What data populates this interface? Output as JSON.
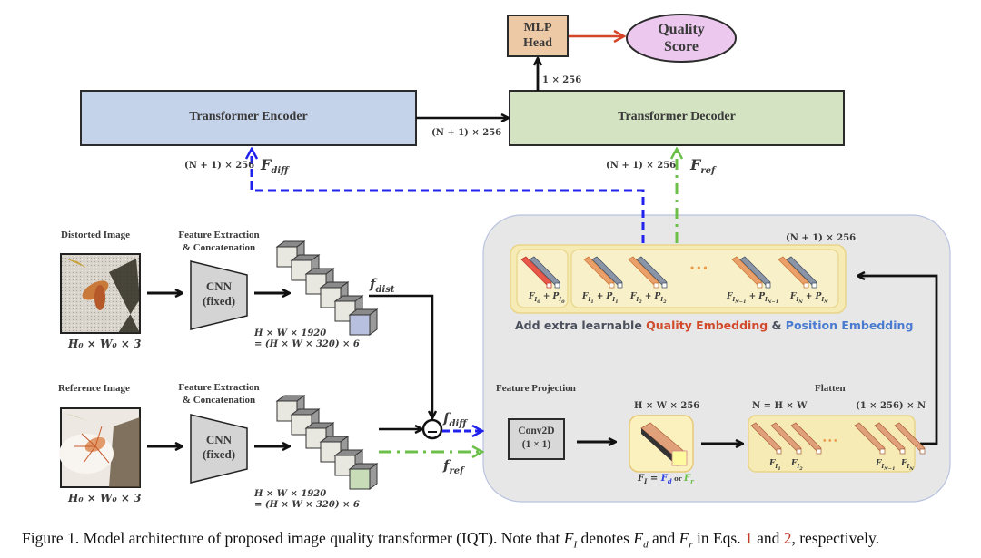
{
  "figure": {
    "blocks": {
      "mlp_head": "MLP\nHead",
      "mlp_head_line1": "MLP",
      "mlp_head_line2": "Head",
      "quality_score_line1": "Quality",
      "quality_score_line2": "Score",
      "transformer_encoder": "Transformer  Encoder",
      "transformer_decoder": "Transformer  Decoder",
      "cnn_line1": "CNN",
      "cnn_line2": "(fixed)",
      "conv2d_line1": "Conv2D",
      "conv2d_line2": "(1 × 1)"
    },
    "labels": {
      "mlp_out_dim": "1 × 256",
      "enc_to_dec_dim": "(N + 1) × 256",
      "enc_in_dim": "(N + 1) × 256",
      "dec_in_dim": "(N + 1) × 256",
      "f_diff_upper": "F",
      "f_diff_upper_sub": "diff",
      "f_ref_upper": "F",
      "f_ref_upper_sub": "ref",
      "distorted_image": "Distorted Image",
      "reference_image": "Reference Image",
      "feature_extraction_1": "Feature Extraction",
      "concatenation_1": "& Concatenation",
      "feature_extraction_2": "Feature Extraction",
      "concatenation_2": "& Concatenation",
      "image_dim_1": "H₀ × W₀ × 3",
      "image_dim_2": "H₀ × W₀ × 3",
      "feat_dim_a_1": "H × W × 1920",
      "feat_dim_b_1": "=  (H × W × 320) × 6",
      "feat_dim_a_2": "H × W × 1920",
      "feat_dim_b_2": "=  (H × W × 320) × 6",
      "f_dist": "f",
      "f_dist_sub": "dist",
      "f_diff": "f",
      "f_diff_sub": "diff",
      "f_ref": "f",
      "f_ref_sub": "ref",
      "embed_dim": "(N + 1) × 256",
      "feature_projection": "Feature Projection",
      "proj_dim": "H × W × 256",
      "fi_eq": "F",
      "fi_eq_rest_1": " = ",
      "fi_eq_fd": "F",
      "fi_eq_or": " or ",
      "fi_eq_fr": "F",
      "flatten": "Flatten",
      "n_eq": "N = H × W",
      "flatten_dim": "(1 × 256) × N",
      "ellipsis": "• • •"
    },
    "embedding_tokens": [
      "F_I0 + P_I0",
      "F_I1 + P_I1",
      "F_I2 + P_I2",
      "F_IN-1 + P_IN-1",
      "F_IN + P_IN"
    ],
    "flatten_tokens": [
      "F_I1",
      "F_I2",
      "F_IN-1",
      "F_IN"
    ],
    "embedding_note": {
      "prefix": "Add extra learnable ",
      "quality": "Quality Embedding",
      "amp": " & ",
      "position": "Position Embedding"
    },
    "caption": {
      "text1": "Figure 1. Model architecture of proposed image quality transformer (IQT). Note that ",
      "FI": "F",
      "FI_sub": "I",
      "text2": " denotes ",
      "Fd": "F",
      "Fd_sub": "d",
      "text3": " and ",
      "Fr": "F",
      "Fr_sub": "r",
      "text4": " in Eqs. ",
      "ref1": "1",
      "text5": " and ",
      "ref2": "2",
      "text6": ", respectively."
    },
    "colors": {
      "encoder_fill": "#c5d3ea",
      "decoder_fill": "#d4e4c2",
      "mlp_fill": "#eec9a6",
      "score_fill": "#ecc8ee",
      "panel_fill": "#e7e7e7",
      "embed_fill": "#f6ebb4",
      "diff_arrow": "#2222ee",
      "ref_arrow": "#6cc04a",
      "head_arrow": "#d4452a",
      "quality_text": "#d24a2c",
      "position_text": "#4a7bd0"
    }
  }
}
